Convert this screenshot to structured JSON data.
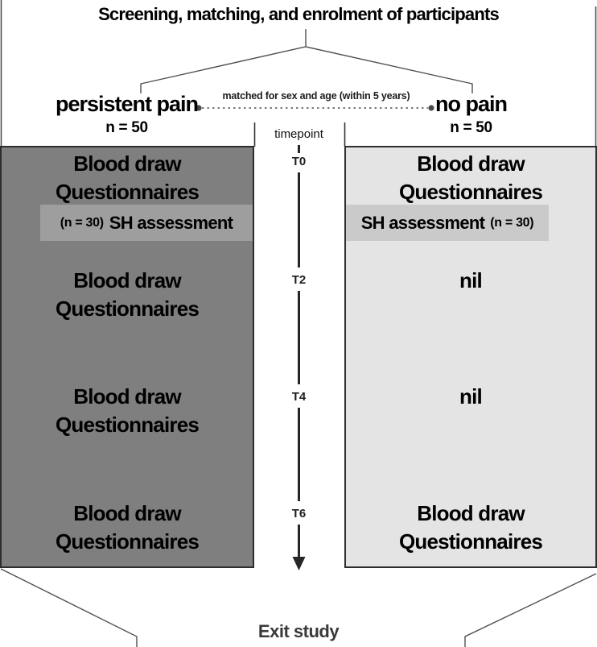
{
  "title": "Screening, matching, and enrolment of participants",
  "arms": {
    "left": {
      "label": "persistent pain",
      "n": "n = 50"
    },
    "right": {
      "label": "no pain",
      "n": "n = 50"
    }
  },
  "match_note": "matched for sex and age (within 5 years)",
  "timeline": {
    "label": "timepoint",
    "points": [
      "T0",
      "T2",
      "T4",
      "T6"
    ]
  },
  "columns": {
    "left": {
      "t0": [
        "Blood draw",
        "Questionnaires"
      ],
      "band": {
        "n": "(n = 30)",
        "label": "SH assessment"
      },
      "t2": [
        "Blood draw",
        "Questionnaires"
      ],
      "t4": [
        "Blood draw",
        "Questionnaires"
      ],
      "t6": [
        "Blood draw",
        "Questionnaires"
      ]
    },
    "right": {
      "t0": [
        "Blood draw",
        "Questionnaires"
      ],
      "band": {
        "label": "SH assessment",
        "n": "(n = 30)"
      },
      "t2": "nil",
      "t4": "nil",
      "t6": [
        "Blood draw",
        "Questionnaires"
      ]
    }
  },
  "exit_label": "Exit study",
  "colors": {
    "dark_box": "#7f7f7f",
    "dark_box_band": "#9e9e9e",
    "light_box": "#e5e4e4",
    "light_box_band": "#cacaca",
    "box_border": "#2d2d2d",
    "line": "#4f4f4f",
    "timeline_line": "#262626",
    "text": "#000000",
    "muted_text": "#3a3a3a"
  }
}
